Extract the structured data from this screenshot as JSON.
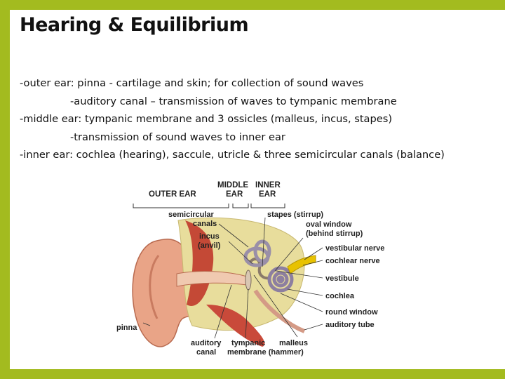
{
  "title": "Hearing & Equilibrium",
  "notes": {
    "outer_prefix": "-outer ear: pinna",
    "outer_rest": " - cartilage and skin; for collection of sound waves",
    "outer_sub": "-auditory canal – transmission of waves to tympanic membrane",
    "middle": "-middle ear: tympanic membrane and 3 ossicles (malleus, incus, stapes)",
    "middle_sub": "-transmission of sound waves to inner ear",
    "inner": "-inner ear: cochlea (hearing), saccule, utricle & three semicircular canals (balance)"
  },
  "diagram": {
    "headers": {
      "outer_ear": "OUTER EAR",
      "middle_ear_1": "MIDDLE",
      "middle_ear_2": "EAR",
      "inner_ear_1": "INNER",
      "inner_ear_2": "EAR"
    },
    "labels": {
      "semicircular_1": "semicircular",
      "semicircular_2": "canals",
      "incus_1": "incus",
      "incus_2": "(anvil)",
      "stapes": "stapes (stirrup)",
      "oval_window_1": "oval window",
      "oval_window_2": "(behind stirrup)",
      "vestibular_nerve": "vestibular nerve",
      "cochlear_nerve": "cochlear nerve",
      "vestibule": "vestibule",
      "cochlea": "cochlea",
      "round_window": "round window",
      "auditory_tube": "auditory tube",
      "pinna": "pinna",
      "auditory_canal_1": "auditory",
      "auditory_canal_2": "canal",
      "tympanic_1": "tympanic",
      "tympanic_2": "membrane (hammer)",
      "malleus": "malleus"
    }
  }
}
